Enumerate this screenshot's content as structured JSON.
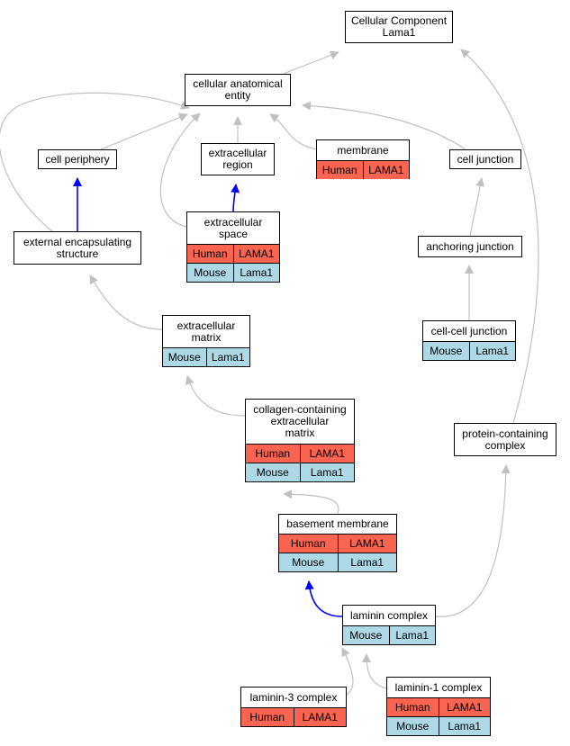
{
  "colors": {
    "human": "#fa6450",
    "mouse": "#add8e6",
    "is_a_edge": "#c0c0c0",
    "part_of_edge": "#0000ff"
  },
  "nodes": [
    {
      "id": "cellular-component",
      "title": "Cellular Component\nLama1",
      "rows": []
    },
    {
      "id": "cellular-anatomical-entity",
      "title": "cellular anatomical\nentity",
      "rows": []
    },
    {
      "id": "cell-periphery",
      "title": "cell periphery",
      "rows": []
    },
    {
      "id": "extracellular-region",
      "title": "extracellular\nregion",
      "rows": []
    },
    {
      "id": "membrane",
      "title": "membrane",
      "rows": [
        {
          "species": "Human",
          "gene": "LAMA1"
        }
      ]
    },
    {
      "id": "cell-junction",
      "title": "cell junction",
      "rows": []
    },
    {
      "id": "extracellular-space",
      "title": "extracellular\nspace",
      "rows": [
        {
          "species": "Human",
          "gene": "LAMA1"
        },
        {
          "species": "Mouse",
          "gene": "Lama1"
        }
      ]
    },
    {
      "id": "external-encapsulating-structure",
      "title": "external encapsulating\nstructure",
      "rows": []
    },
    {
      "id": "anchoring-junction",
      "title": "anchoring junction",
      "rows": []
    },
    {
      "id": "cell-cell-junction",
      "title": "cell-cell junction",
      "rows": [
        {
          "species": "Mouse",
          "gene": "Lama1"
        }
      ]
    },
    {
      "id": "extracellular-matrix",
      "title": "extracellular\nmatrix",
      "rows": [
        {
          "species": "Mouse",
          "gene": "Lama1"
        }
      ]
    },
    {
      "id": "collagen-containing-extracellular-matrix",
      "title": "collagen-containing\nextracellular\nmatrix",
      "rows": [
        {
          "species": "Human",
          "gene": "LAMA1"
        },
        {
          "species": "Mouse",
          "gene": "Lama1"
        }
      ]
    },
    {
      "id": "protein-containing-complex",
      "title": "protein-containing\ncomplex",
      "rows": []
    },
    {
      "id": "basement-membrane",
      "title": "basement membrane",
      "rows": [
        {
          "species": "Human",
          "gene": "LAMA1"
        },
        {
          "species": "Mouse",
          "gene": "Lama1"
        }
      ]
    },
    {
      "id": "laminin-complex",
      "title": "laminin complex",
      "rows": [
        {
          "species": "Mouse",
          "gene": "Lama1"
        }
      ]
    },
    {
      "id": "laminin-3-complex",
      "title": "laminin-3 complex",
      "rows": [
        {
          "species": "Human",
          "gene": "LAMA1"
        }
      ]
    },
    {
      "id": "laminin-1-complex",
      "title": "laminin-1 complex",
      "rows": [
        {
          "species": "Human",
          "gene": "LAMA1"
        },
        {
          "species": "Mouse",
          "gene": "Lama1"
        }
      ]
    }
  ],
  "edges": [
    {
      "from": "cellular-anatomical-entity",
      "to": "cellular-component",
      "type": "is_a"
    },
    {
      "from": "protein-containing-complex",
      "to": "cellular-component",
      "type": "is_a"
    },
    {
      "from": "cell-periphery",
      "to": "cellular-anatomical-entity",
      "type": "is_a"
    },
    {
      "from": "extracellular-region",
      "to": "cellular-anatomical-entity",
      "type": "is_a"
    },
    {
      "from": "membrane",
      "to": "cellular-anatomical-entity",
      "type": "is_a"
    },
    {
      "from": "cell-junction",
      "to": "cellular-anatomical-entity",
      "type": "is_a"
    },
    {
      "from": "external-encapsulating-structure",
      "to": "cellular-anatomical-entity",
      "type": "is_a"
    },
    {
      "from": "extracellular-space",
      "to": "cellular-anatomical-entity",
      "type": "is_a"
    },
    {
      "from": "extracellular-space",
      "to": "extracellular-region",
      "type": "part_of"
    },
    {
      "from": "external-encapsulating-structure",
      "to": "cell-periphery",
      "type": "part_of"
    },
    {
      "from": "anchoring-junction",
      "to": "cell-junction",
      "type": "is_a"
    },
    {
      "from": "cell-cell-junction",
      "to": "anchoring-junction",
      "type": "is_a"
    },
    {
      "from": "extracellular-matrix",
      "to": "external-encapsulating-structure",
      "type": "is_a"
    },
    {
      "from": "collagen-containing-extracellular-matrix",
      "to": "extracellular-matrix",
      "type": "is_a"
    },
    {
      "from": "basement-membrane",
      "to": "collagen-containing-extracellular-matrix",
      "type": "is_a"
    },
    {
      "from": "laminin-complex",
      "to": "basement-membrane",
      "type": "part_of"
    },
    {
      "from": "laminin-complex",
      "to": "protein-containing-complex",
      "type": "is_a"
    },
    {
      "from": "laminin-3-complex",
      "to": "laminin-complex",
      "type": "is_a"
    },
    {
      "from": "laminin-1-complex",
      "to": "laminin-complex",
      "type": "is_a"
    }
  ]
}
